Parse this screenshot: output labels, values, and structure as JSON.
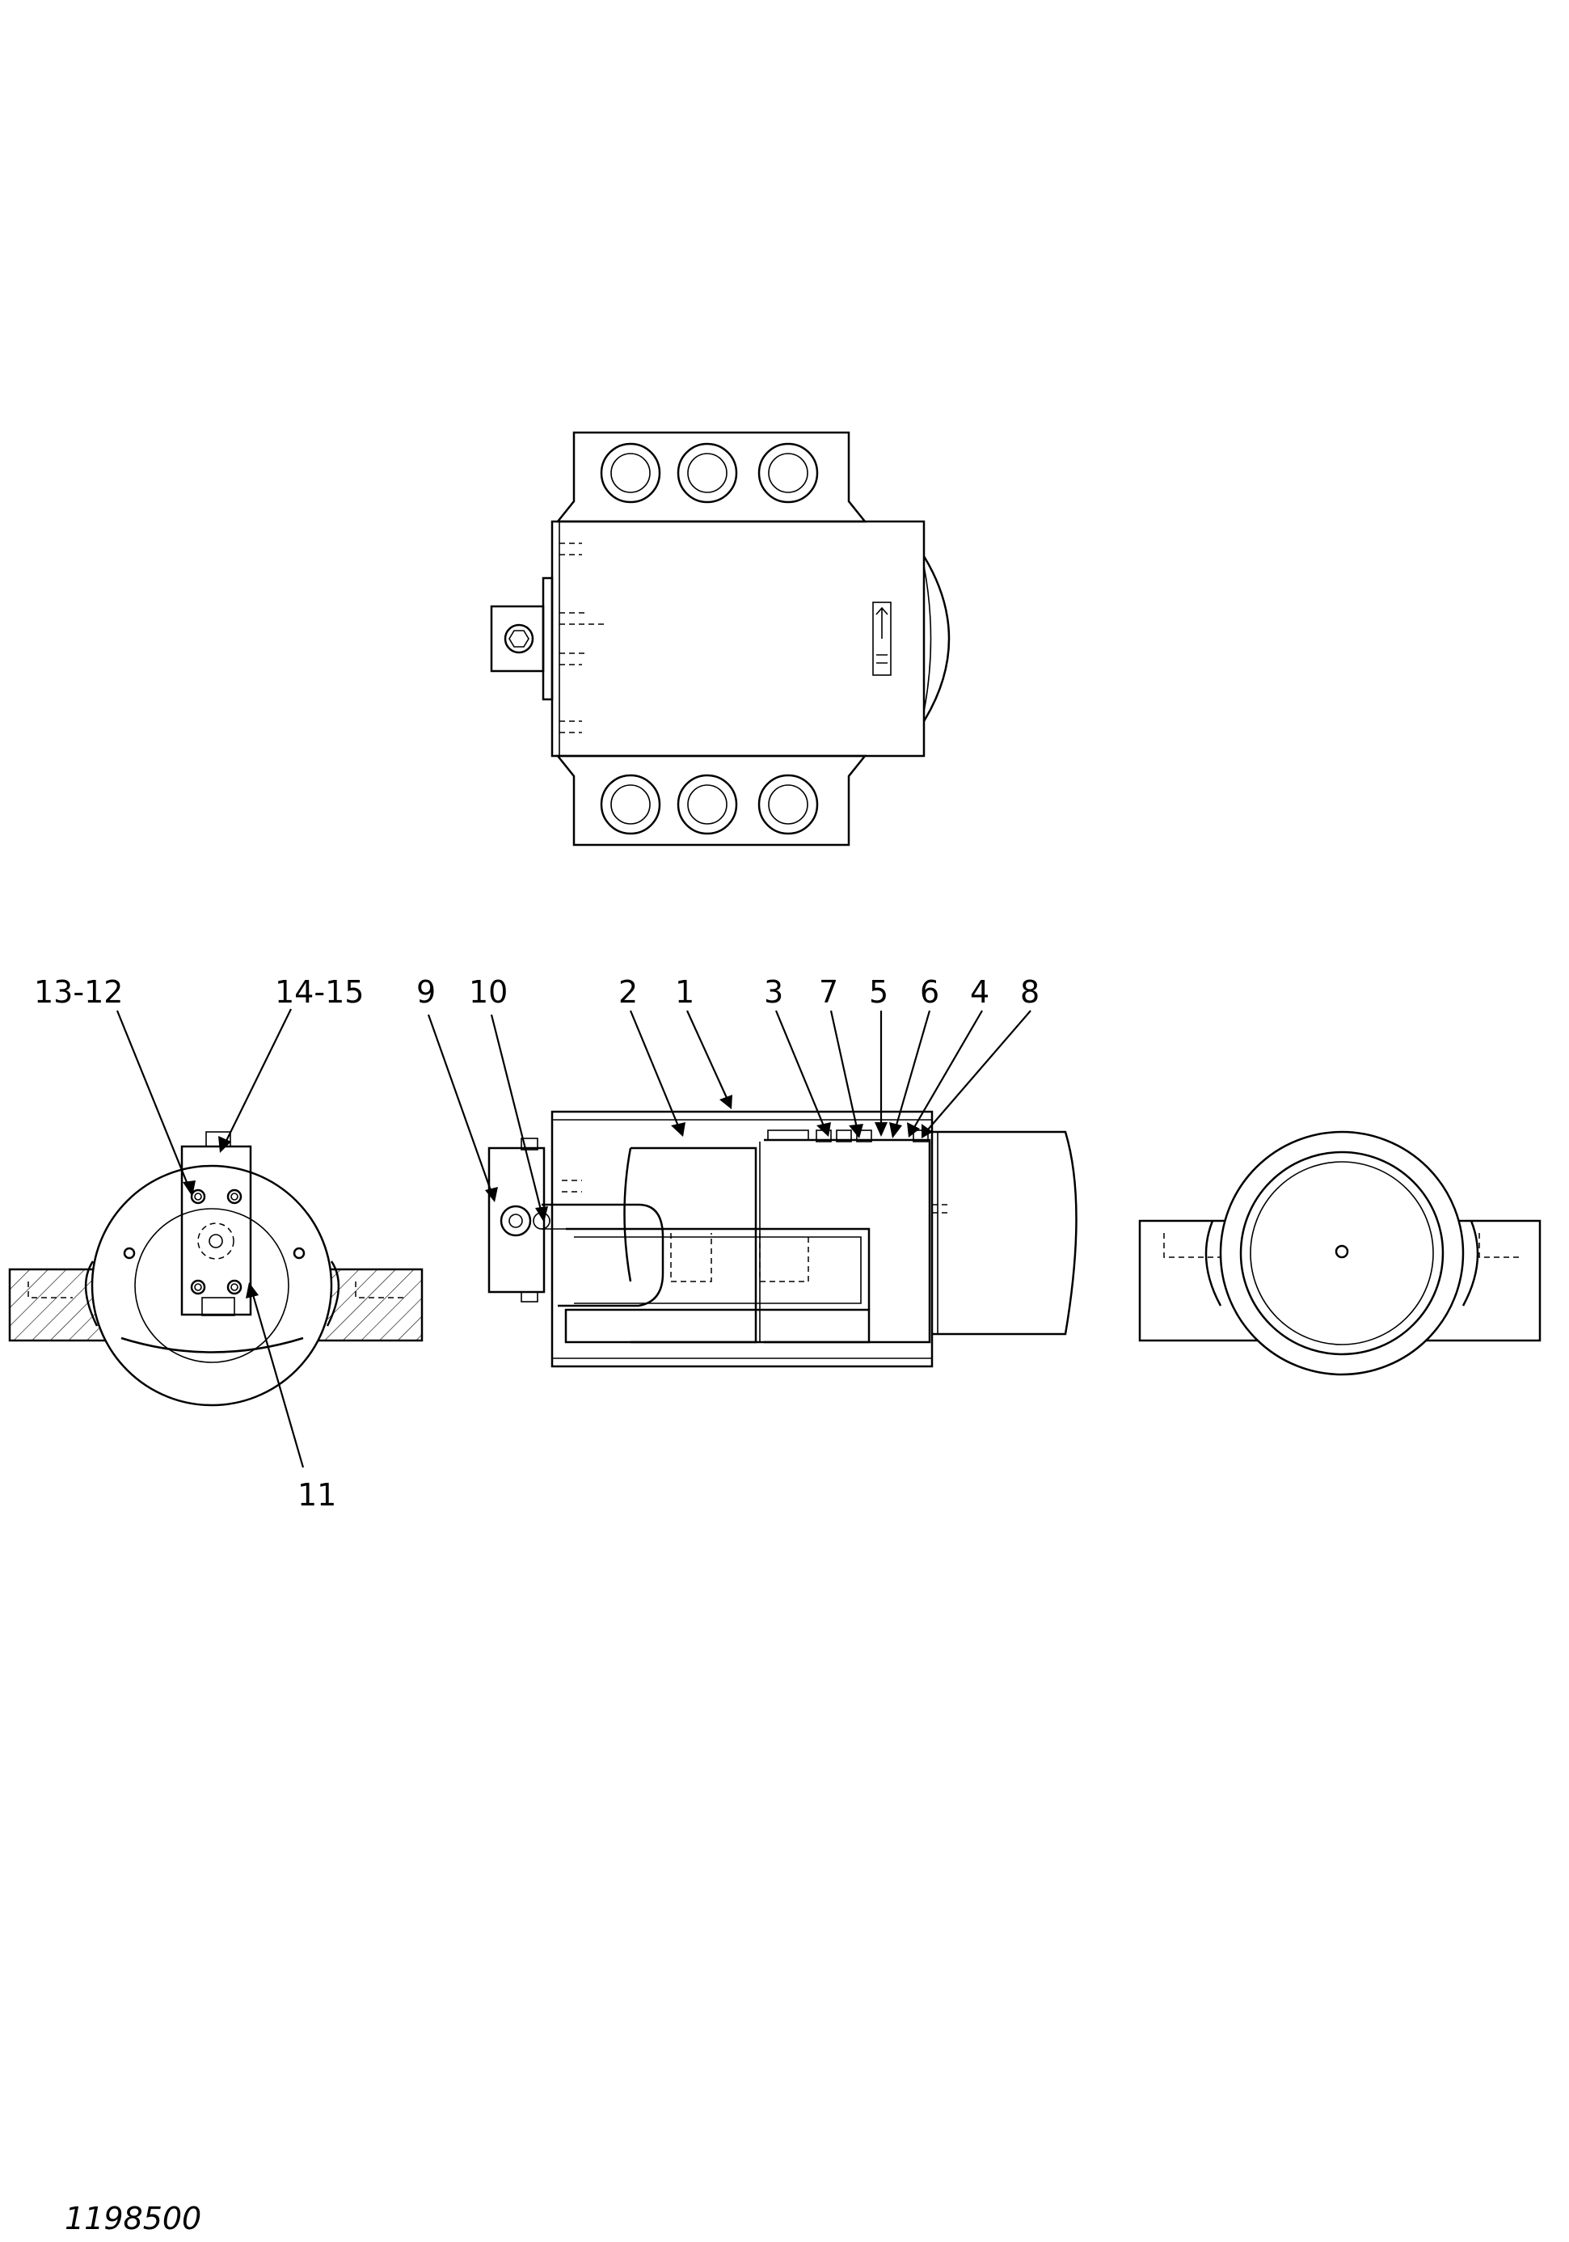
{
  "callouts": [
    {
      "label": "13-12"
    },
    {
      "label": "14-15"
    },
    {
      "label": "9"
    },
    {
      "label": "10"
    },
    {
      "label": "2"
    },
    {
      "label": "1"
    },
    {
      "label": "3"
    },
    {
      "label": "7"
    },
    {
      "label": "5"
    },
    {
      "label": "6"
    },
    {
      "label": "4"
    },
    {
      "label": "8"
    },
    {
      "label": "11"
    }
  ],
  "document_number": "1198500"
}
